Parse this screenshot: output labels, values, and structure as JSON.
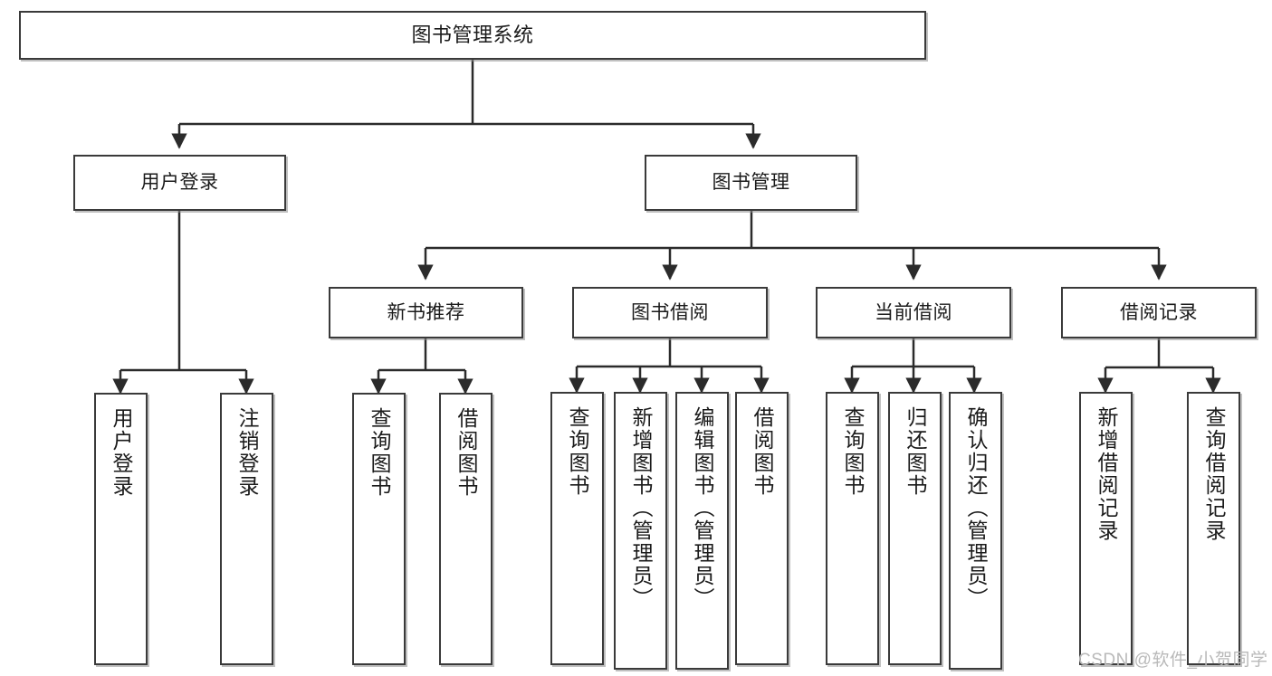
{
  "diagram": {
    "title": "图书管理系统",
    "type": "tree-hierarchy",
    "colors": {
      "box_border": "#3a3a3a",
      "box_fill": "#ffffff",
      "edge": "#2b2b2b",
      "watermark": "#b9b9b9",
      "text": "#1b1b1b"
    }
  },
  "root": {
    "label": "图书管理系统"
  },
  "level2": [
    {
      "label": "用户登录"
    },
    {
      "label": "图书管理"
    }
  ],
  "level3": [
    {
      "label": "新书推荐"
    },
    {
      "label": "图书借阅"
    },
    {
      "label": "当前借阅"
    },
    {
      "label": "借阅记录"
    }
  ],
  "leaves": {
    "user_login": [
      {
        "label": "用户登录"
      },
      {
        "label": "注销登录"
      }
    ],
    "new_book_recommend": [
      {
        "label": "查询图书"
      },
      {
        "label": "借阅图书"
      }
    ],
    "book_borrow": [
      {
        "label": "查询图书"
      },
      {
        "label": "新增图书（管理员）"
      },
      {
        "label": "编辑图书（管理员）"
      },
      {
        "label": "借阅图书"
      }
    ],
    "current_borrow": [
      {
        "label": "查询图书"
      },
      {
        "label": "归还图书"
      },
      {
        "label": "确认归还（管理员）"
      }
    ],
    "borrow_record": [
      {
        "label": "新增借阅记录"
      },
      {
        "label": "查询借阅记录"
      }
    ]
  },
  "watermark": {
    "text": "CSDN @软件_小贺同学"
  }
}
